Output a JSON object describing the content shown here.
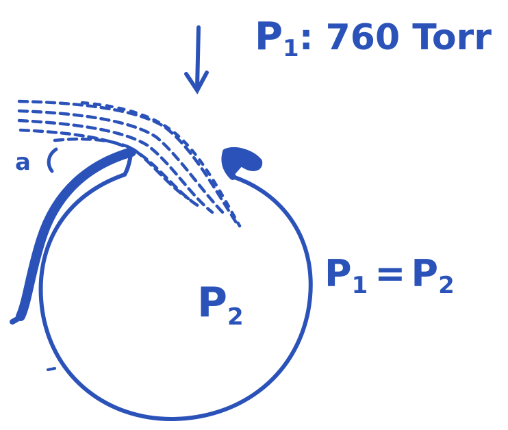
{
  "ink_color": "#2a52b8",
  "labels": {
    "outside_pressure": {
      "symbol": "P",
      "subscript": "1",
      "rest": ": 760 Torr"
    },
    "inside_pressure": {
      "symbol": "P",
      "subscript": "2"
    },
    "equation": {
      "left_symbol": "P",
      "left_subscript": "1",
      "equals": "=",
      "right_symbol": "P",
      "right_subscript": "2"
    },
    "side_mark": "a"
  }
}
